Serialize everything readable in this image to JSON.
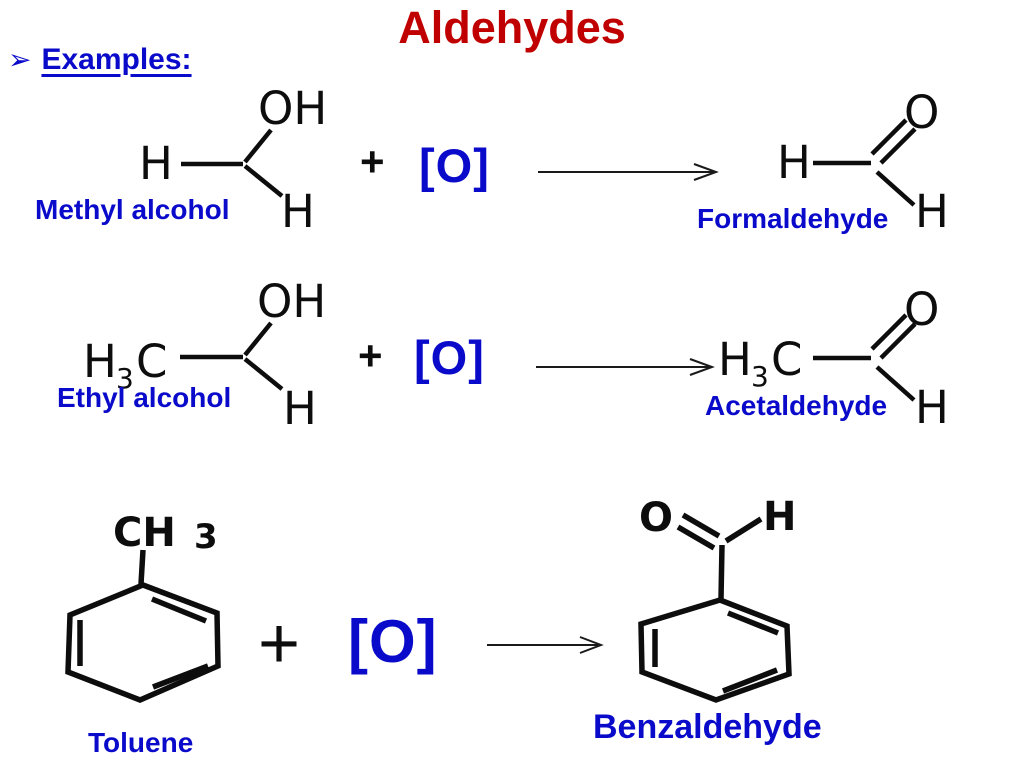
{
  "slide_title": "Aldehydes",
  "heading": {
    "marker": "➢",
    "label": "Examples:"
  },
  "colors": {
    "title_red": "#c00000",
    "accent_blue": "#0a0acb",
    "structure_black": "#0d0d0d"
  },
  "reactions": [
    {
      "reactant_name": "Methyl alcohol",
      "plus": "+",
      "oxidizer": "[O]",
      "product_name": "Formaldehyde"
    },
    {
      "reactant_name": "Ethyl alcohol",
      "plus": "+",
      "oxidizer": "[O]",
      "product_name": "Acetaldehyde"
    },
    {
      "reactant_name": "Toluene",
      "plus": "+",
      "oxidizer": "[O]",
      "product_name": "Benzaldehyde"
    }
  ],
  "molecules": {
    "methyl_alcohol": {
      "hydroxyl": "OH",
      "h_left": "H",
      "h_bottom": "H"
    },
    "formaldehyde": {
      "h_left": "H",
      "oxygen": "O",
      "h_bottom": "H"
    },
    "ethyl_alcohol": {
      "methyl_h": "H",
      "methyl_sub": "3",
      "methyl_c": "C",
      "hydroxyl": "OH",
      "h_bottom": "H"
    },
    "acetaldehyde": {
      "methyl_h": "H",
      "methyl_sub": "3",
      "methyl_c": "C",
      "oxygen": "O",
      "h_bottom": "H"
    },
    "toluene": {
      "substituent": "CH",
      "substituent_sub": "3"
    },
    "benzaldehyde": {
      "oxygen": "O",
      "aldehyde_h": "H"
    }
  }
}
